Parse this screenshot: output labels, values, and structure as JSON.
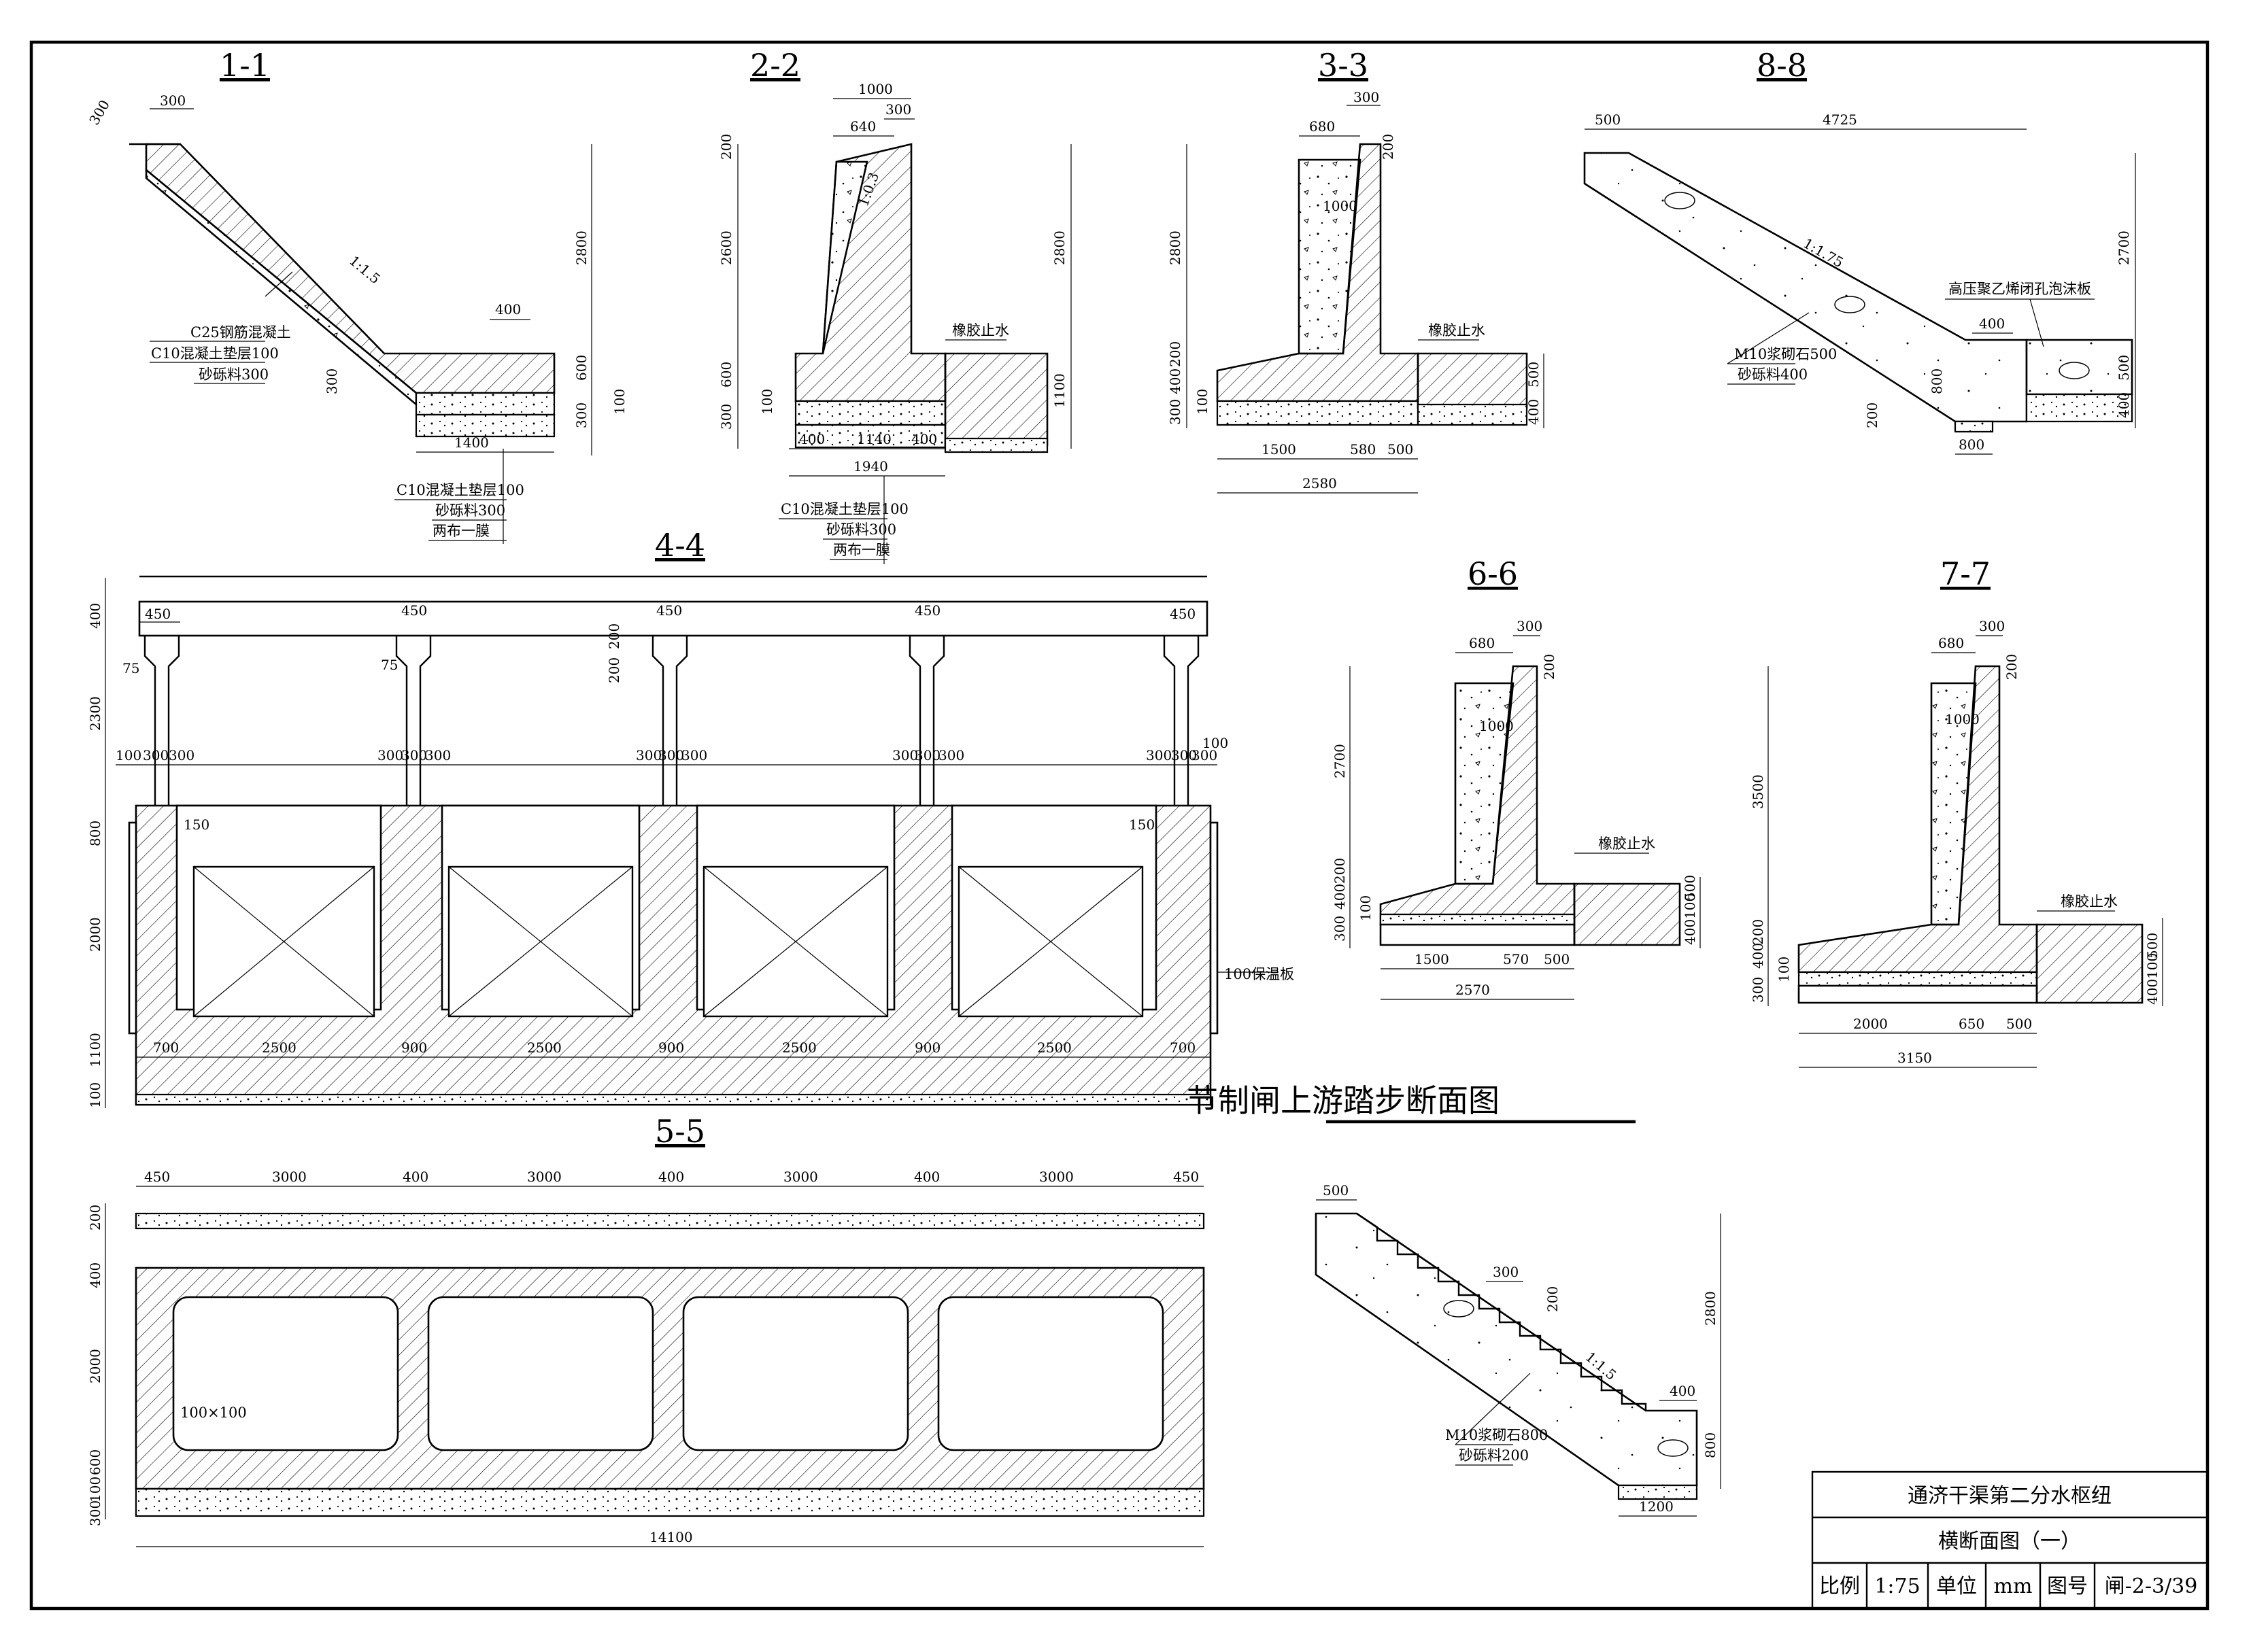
{
  "sections": {
    "s11": {
      "title": "1-1",
      "dims": [
        "300",
        "300",
        "1:1.5",
        "400",
        "2800",
        "300",
        "600",
        "300",
        "100",
        "1400"
      ],
      "labels": [
        "C25钢筋混凝土",
        "C10混凝土垫层100",
        "砂砾料300",
        "C10混凝土垫层100",
        "砂砾料300",
        "两布一膜"
      ]
    },
    "s22": {
      "title": "2-2",
      "dims": [
        "1000",
        "300",
        "640",
        "200",
        "1:0.3",
        "2600",
        "2800",
        "600",
        "300",
        "100",
        "1100",
        "400",
        "1140",
        "400",
        "1940"
      ],
      "labels": [
        "橡胶止水",
        "C10混凝土垫层100",
        "砂砾料300",
        "两布一膜"
      ]
    },
    "s33": {
      "title": "3-3",
      "dims": [
        "300",
        "680",
        "200",
        "1000",
        "2800",
        "200",
        "400",
        "300",
        "100",
        "500",
        "400",
        "1500",
        "580",
        "500",
        "2580"
      ],
      "labels": [
        "橡胶止水"
      ]
    },
    "s88": {
      "title": "8-8",
      "dims": [
        "500",
        "4725",
        "1:1.75",
        "2700",
        "400",
        "800",
        "200",
        "500",
        "400",
        "800"
      ],
      "labels": [
        "高压聚乙烯闭孔泡沫板",
        "M10浆砌石500",
        "砂砾料400"
      ]
    },
    "s44": {
      "title": "4-4",
      "dims_top": [
        "450",
        "450",
        "450",
        "450",
        "450"
      ],
      "dims_v": [
        "400",
        "2300",
        "800",
        "2000",
        "1100",
        "100",
        "200",
        "200"
      ],
      "dims_75": [
        "75",
        "75"
      ],
      "dims_col": [
        "100",
        "300",
        "300",
        "300",
        "300",
        "300",
        "300",
        "300",
        "300",
        "300",
        "300",
        "300",
        "300",
        "300",
        "300",
        "100"
      ],
      "dims_150": [
        "150",
        "150"
      ],
      "dims_bottom": [
        "700",
        "2500",
        "900",
        "2500",
        "900",
        "2500",
        "900",
        "2500",
        "700"
      ],
      "labels": [
        "100保温板"
      ]
    },
    "s55": {
      "title": "5-5",
      "dims_top": [
        "450",
        "3000",
        "400",
        "3000",
        "400",
        "3000",
        "400",
        "3000",
        "450"
      ],
      "dims_v": [
        "200",
        "400",
        "2000",
        "600",
        "100",
        "300"
      ],
      "dims_total": "14100",
      "labels": [
        "100×100"
      ]
    },
    "s66": {
      "title": "6-6",
      "dims": [
        "300",
        "680",
        "200",
        "1000",
        "2700",
        "200",
        "400",
        "100",
        "300",
        "500",
        "100",
        "400",
        "1500",
        "570",
        "500",
        "2570"
      ],
      "labels": [
        "橡胶止水"
      ]
    },
    "s77": {
      "title": "7-7",
      "dims": [
        "300",
        "680",
        "200",
        "1000",
        "3500",
        "200",
        "400",
        "300",
        "100",
        "500",
        "100",
        "400",
        "2000",
        "650",
        "500",
        "3150"
      ],
      "labels": [
        "橡胶止水"
      ]
    },
    "steps": {
      "title": "节制闸上游踏步断面图",
      "dims": [
        "500",
        "300",
        "200",
        "1:1.5",
        "2800",
        "400",
        "800",
        "1200"
      ],
      "labels": [
        "M10浆砌石800",
        "砂砾料200"
      ]
    }
  },
  "title_block": {
    "project": "通济干渠第二分水枢纽",
    "drawing": "横断面图（一）",
    "scale_label": "比例",
    "scale": "1:75",
    "unit_label": "单位",
    "unit": "mm",
    "no_label": "图号",
    "no": "闸-2-3/39"
  }
}
